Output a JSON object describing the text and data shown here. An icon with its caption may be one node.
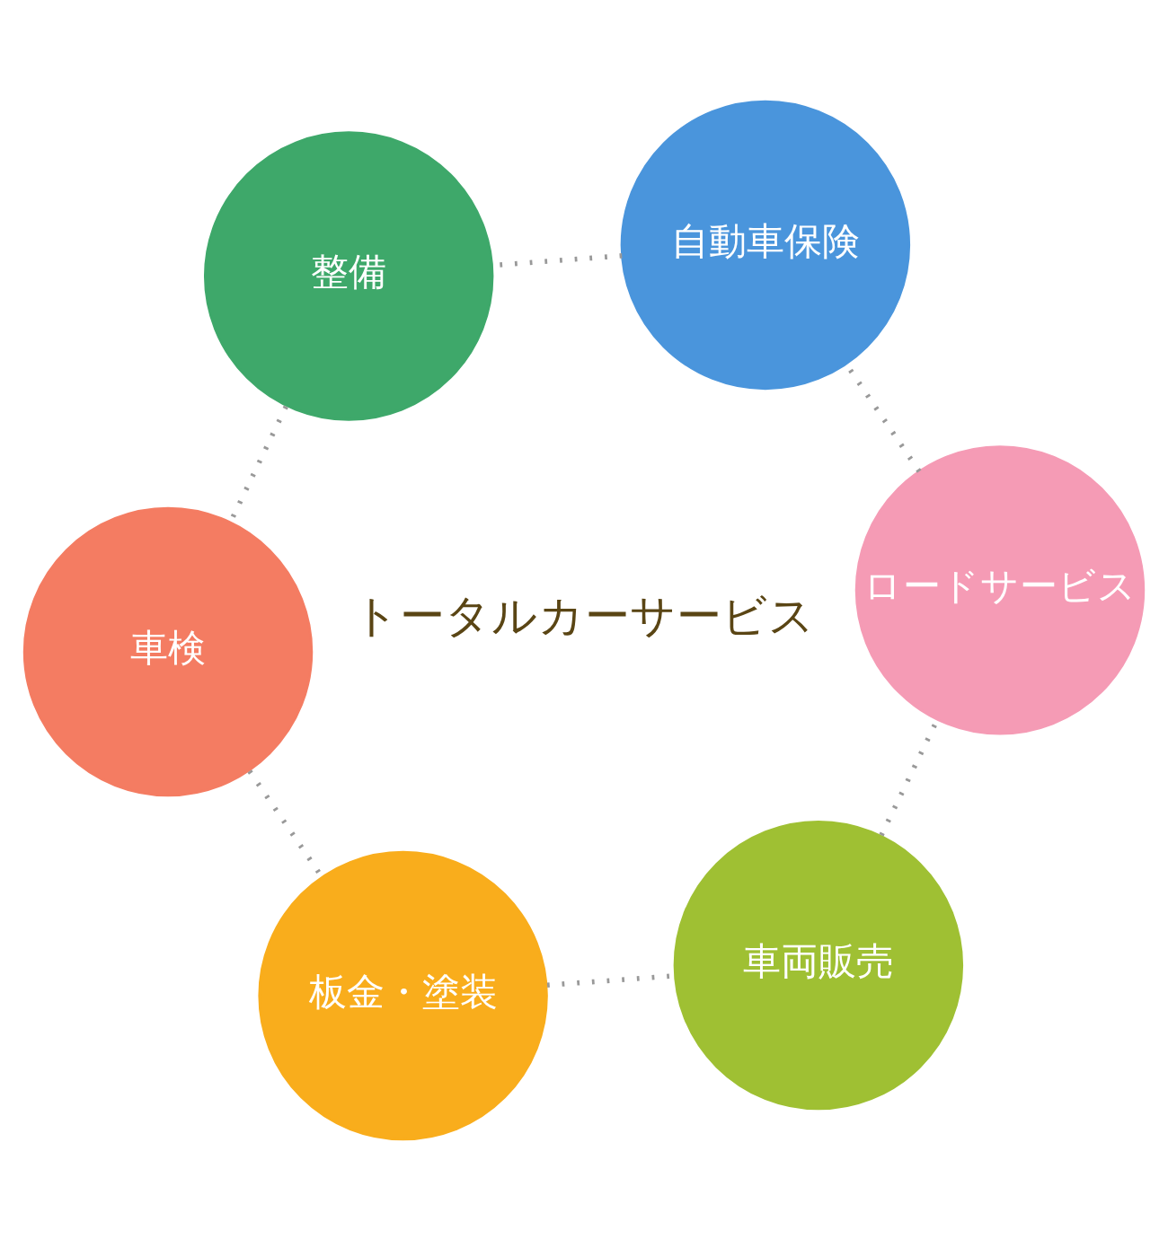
{
  "diagram": {
    "nodes": [
      {
        "text": [
          "車検"
        ]
      },
      {
        "text": [
          "板金・塗装"
        ]
      },
      {
        "text": [
          "車両販売"
        ]
      },
      {
        "text": [
          "ロードサービス"
        ]
      },
      {
        "text": [
          "自動車保険"
        ]
      },
      {
        "text": [
          "整備"
        ]
      }
    ],
    "edges": [
      {
        "from": 0,
        "to": 1,
        "arrow": "none"
      },
      {
        "from": 1,
        "to": 2,
        "arrow": "none"
      },
      {
        "from": 2,
        "to": 3,
        "arrow": "none"
      },
      {
        "from": 3,
        "to": 4,
        "arrow": "none"
      },
      {
        "from": 4,
        "to": 5,
        "arrow": "none"
      },
      {
        "from": 5,
        "to": 0,
        "arrow": "none"
      }
    ],
    "labels": [
      "トータルカーサービス"
    ]
  }
}
